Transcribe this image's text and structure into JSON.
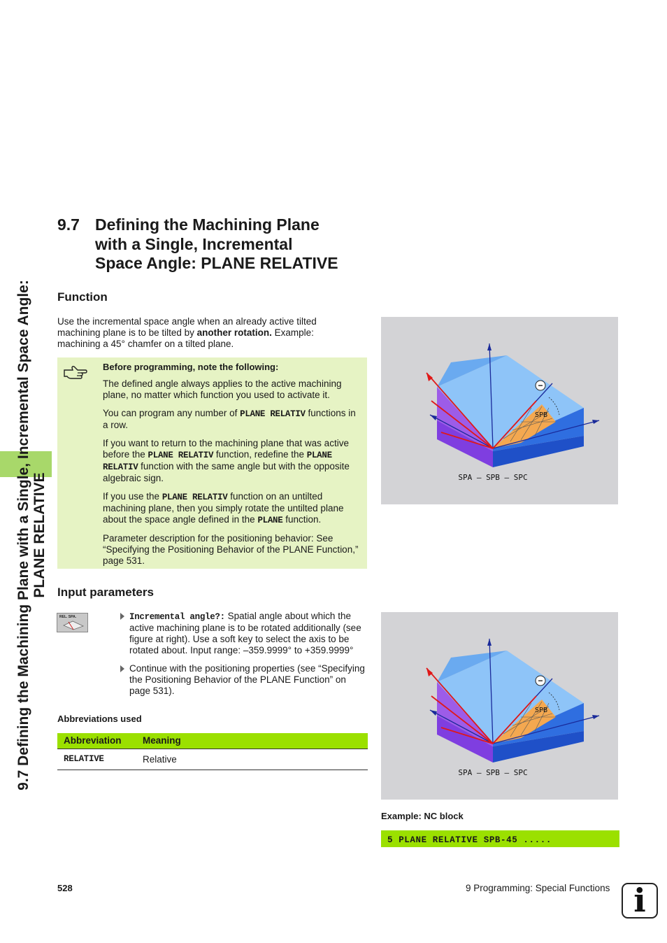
{
  "sidebar": {
    "title_line1": "9.7 Defining the Machining Plane with a Single, Incremental Space Angle:",
    "title_line2": "PLANE RELATIVE"
  },
  "section": {
    "number": "9.7",
    "title_line1": "Defining the Machining Plane",
    "title_line2": "with a Single, Incremental",
    "title_line3": "Space Angle: PLANE RELATIVE"
  },
  "function": {
    "heading": "Function",
    "text_a": "Use the incremental space angle when an already active tilted machining plane is to be tilted by ",
    "text_bold": "another rotation.",
    "text_b": " Example: machining a 45° chamfer on a tilted plane."
  },
  "note": {
    "heading": "Before programming, note the following:",
    "p1": "The defined angle always applies to the active machining plane, no matter which function you used to activate it.",
    "p2_a": "You can program any number of ",
    "p2_code": "PLANE RELATIV",
    "p2_b": " functions in a row.",
    "p3_a": "If you want to return to the machining plane that was active before the ",
    "p3_code1": "PLANE RELATIV",
    "p3_b": " function, redefine the ",
    "p3_code2": "PLANE RELATIV",
    "p3_c": " function with the same angle but with the opposite algebraic sign.",
    "p4_a": "If you use the ",
    "p4_code1": "PLANE RELATIV",
    "p4_b": " function on an untilted machining plane, then you simply rotate the untilted plane about the space angle defined in the ",
    "p4_code2": "PLANE",
    "p4_c": " function.",
    "p5": "Parameter description for the positioning behavior: See “Specifying the Positioning Behavior of the PLANE Function,” page 531."
  },
  "figure": {
    "spb_label": "SPB",
    "minus_sign": "−",
    "caption": "SPA – SPB – SPC"
  },
  "input": {
    "heading": "Input parameters",
    "softkey_label": "REL. SPA.",
    "item1_code": "Incremental angle?:",
    "item1_text": " Spatial angle about which the active machining plane is to be rotated additionally (see figure at right). Use a soft key to select the axis to be rotated about. Input range: –359.9999° to +359.9999°",
    "item2_text": "Continue with the positioning properties (see “Specifying the Positioning Behavior of the PLANE Function” on page 531)."
  },
  "abbreviations": {
    "heading": "Abbreviations used",
    "col1": "Abbreviation",
    "col2": "Meaning",
    "rows": [
      {
        "abbr": "RELATIVE",
        "meaning": "Relative"
      }
    ]
  },
  "example": {
    "heading": "Example: NC block",
    "code": "5 PLANE RELATIVE SPB-45 ....."
  },
  "footer": {
    "page_number": "528",
    "chapter": "9 Programming: Special Functions",
    "info_icon": "i"
  },
  "colors": {
    "accent_green": "#9be000",
    "sidebar_tab": "#a8d86a",
    "note_bg": "#e6f3c4",
    "figure_bg": "#d3d3d6"
  }
}
